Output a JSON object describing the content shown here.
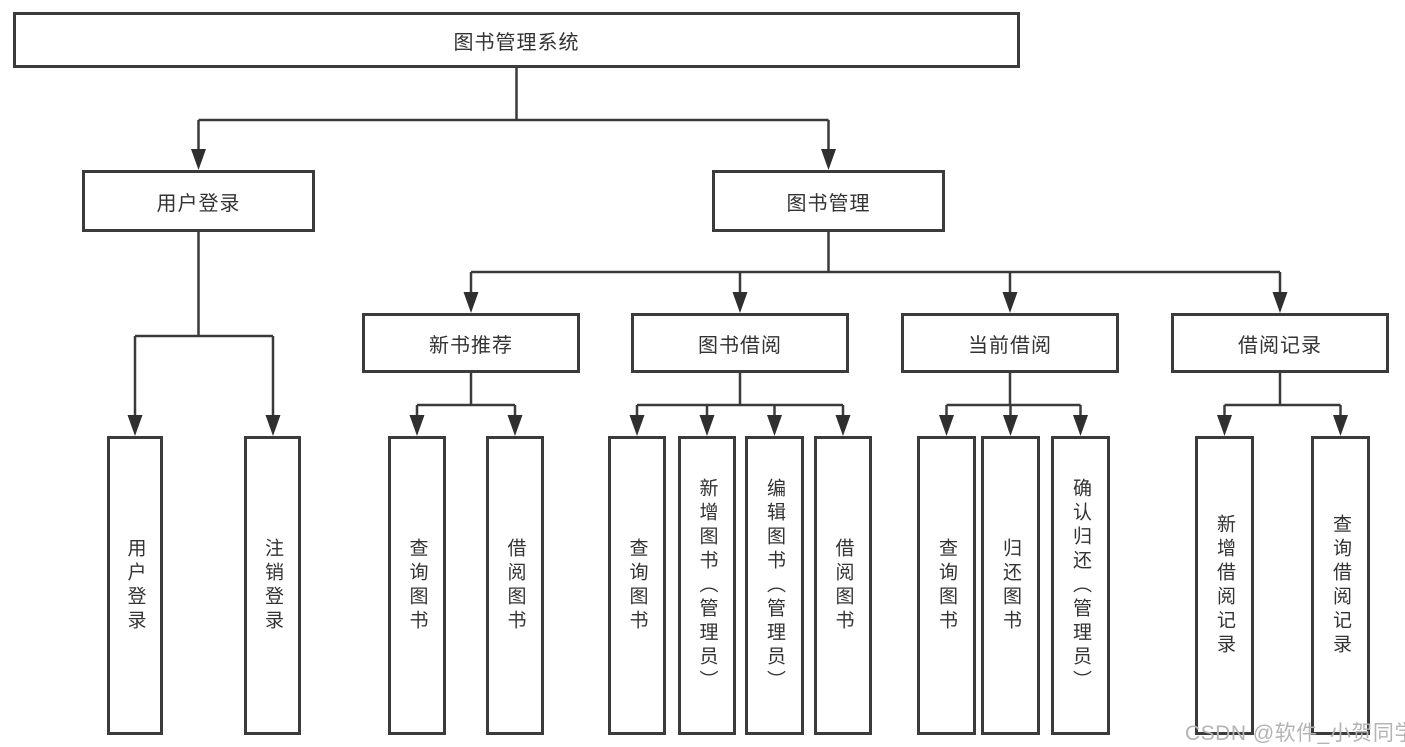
{
  "diagram": {
    "type": "tree",
    "title": "图书管理系统",
    "colors": {
      "line": "#3a3a3a",
      "box_border": "#3b3b3b",
      "text": "#333333",
      "background": "#ffffff",
      "watermark": "#b4b4b4"
    },
    "nodes": {
      "root": {
        "label": "图书管理系统"
      },
      "user_login": {
        "label": "用户登录"
      },
      "book_mgmt": {
        "label": "图书管理"
      },
      "new_book_rec": {
        "label": "新书推荐"
      },
      "book_borrow": {
        "label": "图书借阅"
      },
      "current_borrow": {
        "label": "当前借阅"
      },
      "borrow_records": {
        "label": "借阅记录"
      },
      "leaf_user_login": {
        "label": "用户登录"
      },
      "leaf_logout": {
        "label": "注销登录"
      },
      "leaf_query_book_1": {
        "label": "查询图书"
      },
      "leaf_borrow_book_1": {
        "label": "借阅图书"
      },
      "leaf_query_book_2": {
        "label": "查询图书"
      },
      "leaf_add_book": {
        "label": "新增图书（管理员）"
      },
      "leaf_edit_book": {
        "label": "编辑图书（管理员）"
      },
      "leaf_borrow_book_2": {
        "label": "借阅图书"
      },
      "leaf_query_book_3": {
        "label": "查询图书"
      },
      "leaf_return_book": {
        "label": "归还图书"
      },
      "leaf_confirm_return": {
        "label": "确认归还（管理员）"
      },
      "leaf_add_record": {
        "label": "新增借阅记录"
      },
      "leaf_query_record": {
        "label": "查询借阅记录"
      }
    },
    "edges": [
      [
        "图书管理系统",
        "用户登录"
      ],
      [
        "图书管理系统",
        "图书管理"
      ],
      [
        "用户登录",
        "用户登录"
      ],
      [
        "用户登录",
        "注销登录"
      ],
      [
        "图书管理",
        "新书推荐"
      ],
      [
        "图书管理",
        "图书借阅"
      ],
      [
        "图书管理",
        "当前借阅"
      ],
      [
        "图书管理",
        "借阅记录"
      ],
      [
        "新书推荐",
        "查询图书"
      ],
      [
        "新书推荐",
        "借阅图书"
      ],
      [
        "图书借阅",
        "查询图书"
      ],
      [
        "图书借阅",
        "新增图书（管理员）"
      ],
      [
        "图书借阅",
        "编辑图书（管理员）"
      ],
      [
        "图书借阅",
        "借阅图书"
      ],
      [
        "当前借阅",
        "查询图书"
      ],
      [
        "当前借阅",
        "归还图书"
      ],
      [
        "当前借阅",
        "确认归还（管理员）"
      ],
      [
        "借阅记录",
        "新增借阅记录"
      ],
      [
        "借阅记录",
        "查询借阅记录"
      ]
    ]
  },
  "watermark": {
    "text": "CSDN @软件_小贺同学"
  }
}
